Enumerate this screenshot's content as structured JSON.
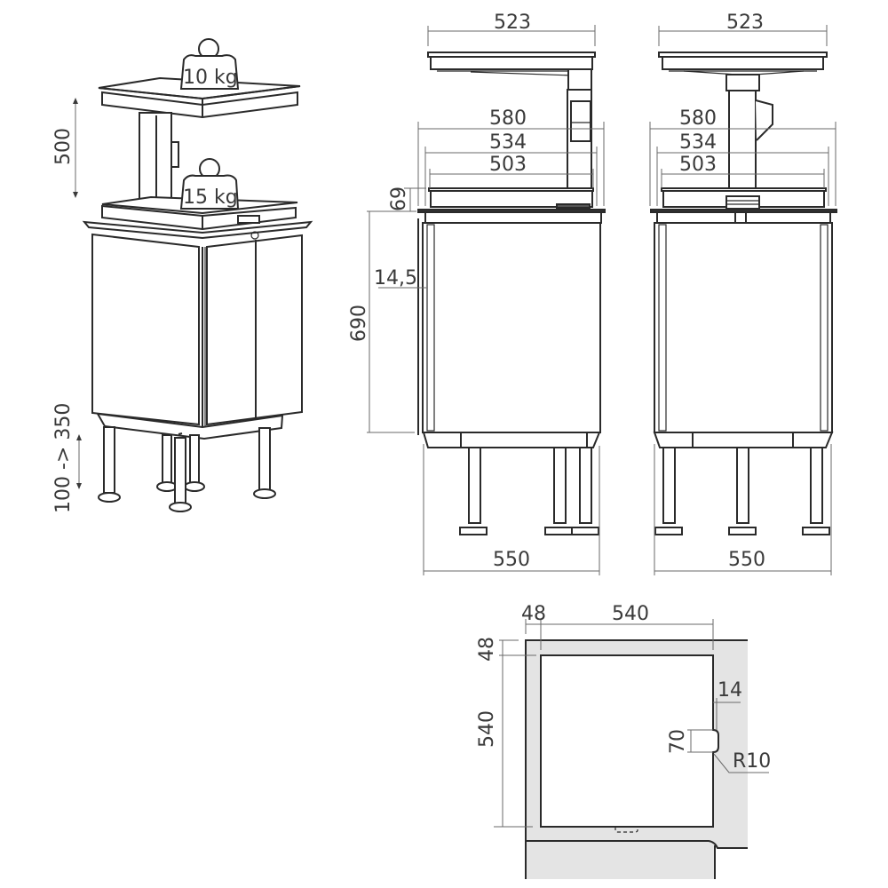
{
  "drawing": {
    "colors": {
      "line": "#2a2a2a",
      "dimension": "#6a6a6a",
      "fill_grey": "#e4e4e4",
      "background": "#ffffff"
    },
    "iso_view": {
      "upper_load": "10 kg",
      "lower_load": "15 kg",
      "lift_height": "500",
      "leg_adjust": "100 -> 350"
    },
    "side_view": {
      "top_width": "523",
      "width_outer": "580",
      "width_mid": "534",
      "width_inner": "503",
      "tray_height": "69",
      "door_offset": "14,5",
      "body_height": "690",
      "base_width": "550"
    },
    "front_view": {
      "top_width": "523",
      "width_outer": "580",
      "width_mid": "534",
      "width_inner": "503",
      "base_width": "550"
    },
    "cutout_plan": {
      "offset_x": "48",
      "width": "540",
      "offset_y": "48",
      "depth": "540",
      "notch_depth": "14",
      "notch_length": "70",
      "notch_radius": "R10"
    }
  }
}
